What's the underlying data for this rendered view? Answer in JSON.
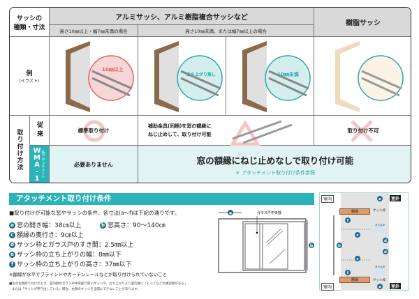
{
  "table": {
    "row_label_type": "サッシの\n種類・寸法",
    "group_alu": "アルミサッシ、アルミ樹脂複合サッシなど",
    "sub_alu_1": "高さ10㎜以上・幅7㎜未満の場合",
    "sub_alu_2": "高さ10㎜未満、または幅7㎜以上の場合",
    "group_resin": "樹脂サッシ",
    "example_label": "例",
    "example_sub": "(イラスト)",
    "callout_1": "10㎜以上",
    "callout_2": "立ち上がり無し",
    "callout_3": "10㎜未満",
    "method_label": "取り付け方法",
    "conventional_label": "従来",
    "wma_label": "WMA-1",
    "wma_sub": "新アタッチメント",
    "conv_col1": "標準取り付け",
    "conv_col2_line1": "補助金具(同梱)を窓の額縁に",
    "conv_col2_line2": "ねじ止めして、取り付け可能",
    "conv_col4": "取り付け不可",
    "wma_col1": "必要ありません",
    "wma_main": "窓の額縁にねじ止めなしで取り付け可能",
    "wma_note": "＊ アタッチメント取り付け条件参照",
    "colors": {
      "circle_red": "#e06060",
      "circle_teal": "#2aa8a8",
      "frame": "#8a6a4a",
      "resin": "#ecdcbc",
      "mark": "#f5c6c6"
    }
  },
  "conditions": {
    "title": "アタッチメント取り付け条件",
    "intro": "■取り付けが可能な窓やサッシの条件、各寸法(a〜f)は下記の通りです。",
    "items": [
      {
        "key": "a",
        "text": "窓の開き幅：38㎝以上"
      },
      {
        "key": "b",
        "text": "窓高さ：90〜140㎝"
      },
      {
        "key": "c",
        "text": "額縁の奥行き：9㎝以上"
      },
      {
        "key": "d",
        "text": "サッシ枠とガラス戸のすき間：2.5㎜以上"
      },
      {
        "key": "e",
        "text": "サッシ枠の立ち上がりの幅：8㎜以下"
      },
      {
        "key": "f",
        "text": "サッシ枠の立ち上がりの高さ：37㎜以下"
      }
    ],
    "note": "※額縁が水平でブラインドやカーテンレールなどが取り付けられていないこと",
    "footnote_1": "■窓の左側取り付けのとき、室内側のガラス戸中央部が厚いサッシや、立ち上がりより室内側に「とってなどの構造物がある」",
    "footnote_2": "または「サッシが突き出している」場合、右側のサッシを全開にできないことがあります。"
  },
  "window_diagram": {
    "center_label": "ガラス戸中央部",
    "a": "a",
    "b": "b"
  },
  "section_diagram": {
    "indoor": "室内",
    "outdoor": "室外",
    "casing": "額縁",
    "sash_frame": "サッシ枠",
    "glass_door": "ガラス戸",
    "labels": [
      "e",
      "f",
      "c",
      "b",
      "d"
    ]
  }
}
